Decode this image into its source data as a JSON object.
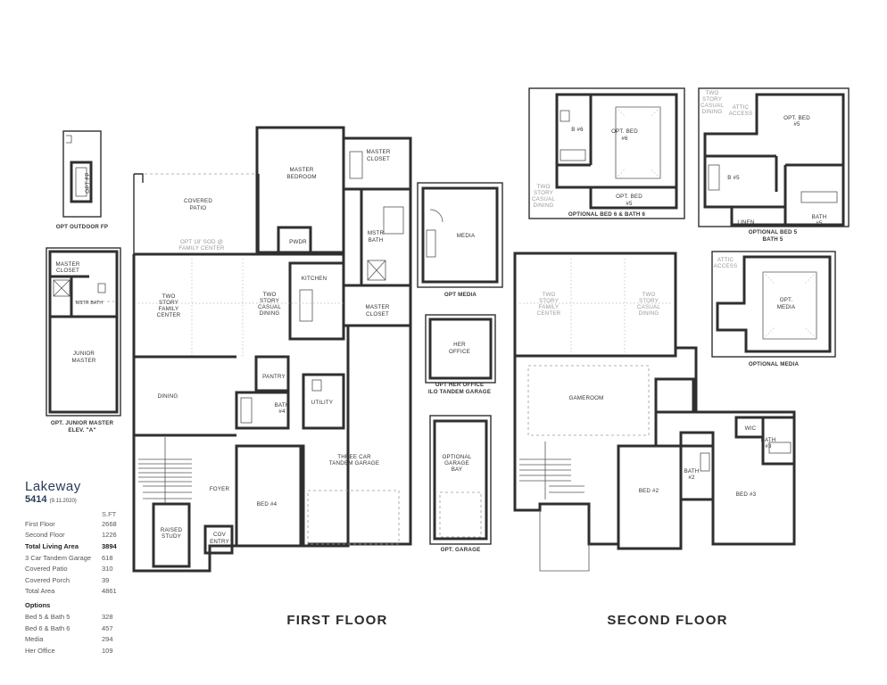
{
  "plan": {
    "model_name": "Lakeway",
    "model_number": "5414",
    "model_date": "(9.11.2020)",
    "sqft_header": "S.FT",
    "areas": [
      {
        "label": "First Floor",
        "value": "2668",
        "bold": false
      },
      {
        "label": "Second Floor",
        "value": "1226",
        "bold": false
      },
      {
        "label": "Total Living Area",
        "value": "3894",
        "bold": true
      },
      {
        "label": "3 Car Tandem Garage",
        "value": "618",
        "bold": false
      },
      {
        "label": "Covered Patio",
        "value": "310",
        "bold": false
      },
      {
        "label": "Covered Porch",
        "value": "39",
        "bold": false
      },
      {
        "label": "Total Area",
        "value": "4861",
        "bold": false
      }
    ],
    "options_header": "Options",
    "options": [
      {
        "label": "Bed 5 & Bath 5",
        "value": "328"
      },
      {
        "label": "Bed 6 & Bath 6",
        "value": "457"
      },
      {
        "label": "Media",
        "value": "294"
      },
      {
        "label": "Her Office",
        "value": "109"
      }
    ]
  },
  "floors": {
    "first": "FIRST FLOOR",
    "second": "SECOND FLOOR"
  },
  "rooms_first": {
    "covered_patio_1": "COVERED",
    "covered_patio_2": "PATIO",
    "master_bedroom_1": "MASTER",
    "master_bedroom_2": "BEDROOM",
    "master_closet_top_1": "MASTER",
    "master_closet_top_2": "CLOSET",
    "pwdr": "PWDR",
    "mstr_bath_1": "MSTR",
    "mstr_bath_2": "BATH",
    "opt_sod_1": "OPT 18' SOD @",
    "opt_sod_2": "FAMILY CENTER",
    "kitchen": "KITCHEN",
    "master_closet_bot_1": "MASTER",
    "master_closet_bot_2": "CLOSET",
    "family_1": "TWO",
    "family_2": "STORY",
    "family_3": "FAMILY",
    "family_4": "CENTER",
    "casual_1": "TWO",
    "casual_2": "STORY",
    "casual_3": "CASUAL",
    "casual_4": "DINING",
    "pantry": "PANTRY",
    "utility": "UTILITY",
    "bath4_1": "BATH",
    "bath4_2": "#4",
    "dining": "DINING",
    "garage_1": "THREE CAR",
    "garage_2": "TANDEM GARAGE",
    "foyer": "FOYER",
    "bed4": "BED #4",
    "study_1": "RAISED",
    "study_2": "STUDY",
    "cov_entry_1": "COV",
    "cov_entry_2": "ENTRY"
  },
  "options_first": {
    "fp_label": "OPT FP",
    "fp_caption": "OPT OUTDOOR FP",
    "junior_closet_1": "MASTER",
    "junior_closet_2": "CLOSET",
    "junior_bath": "MSTR BATH",
    "junior_master_1": "JUNIOR",
    "junior_master_2": "MASTER",
    "junior_caption_1": "OPT. JUNIOR MASTER",
    "junior_caption_2": "ELEV. \"A\"",
    "media": "MEDIA",
    "media_caption": "OPT MEDIA",
    "her_office_1": "HER",
    "her_office_2": "OFFICE",
    "her_office_caption_1": "OPT HER OFFICE",
    "her_office_caption_2": "ILO TANDEM GARAGE",
    "garage_bay_1": "OPTIONAL",
    "garage_bay_2": "GARAGE",
    "garage_bay_3": "BAY",
    "garage_caption": "OPT. GARAGE"
  },
  "options_second": {
    "b6": "B #6",
    "opt_bed6_1": "OPT. BED",
    "opt_bed6_2": "#6",
    "opt_bed5a_1": "OPT. BED",
    "opt_bed5a_2": "#5",
    "two_story_1": "TWO",
    "two_story_2": "STORY",
    "two_story_3": "CASUAL",
    "two_story_4": "DINING",
    "bed6_caption": "OPTIONAL BED 6 & BATH 6",
    "ts2_1": "TWO",
    "ts2_2": "STORY",
    "ts2_3": "CASUAL",
    "ts2_4": "DINING",
    "attic_1": "ATTIC",
    "attic_2": "ACCESS",
    "opt_bed5_1": "OPT. BED",
    "opt_bed5_2": "#5",
    "b5": "B #5",
    "linen": "LINEN",
    "bath5_1": "BATH",
    "bath5_2": "#5",
    "bed5_caption_1": "OPTIONAL BED 5",
    "bed5_caption_2": "BATH 5",
    "media_attic_1": "ATTIC",
    "media_attic_2": "ACCESS",
    "opt_media_1": "OPT.",
    "opt_media_2": "MEDIA",
    "media_caption": "OPTIONAL MEDIA"
  },
  "rooms_second": {
    "family_1": "TWO",
    "family_2": "STORY",
    "family_3": "FAMILY",
    "family_4": "CENTER",
    "casual_1": "TWO",
    "casual_2": "STORY",
    "casual_3": "CASUAL",
    "casual_4": "DINING",
    "gameroom": "GAMEROOM",
    "wic": "WIC",
    "bath3_1": "BATH",
    "bath3_2": "#3",
    "bath2_1": "BATH",
    "bath2_2": "#2",
    "bed2": "BED #2",
    "bed3": "BED #3"
  }
}
